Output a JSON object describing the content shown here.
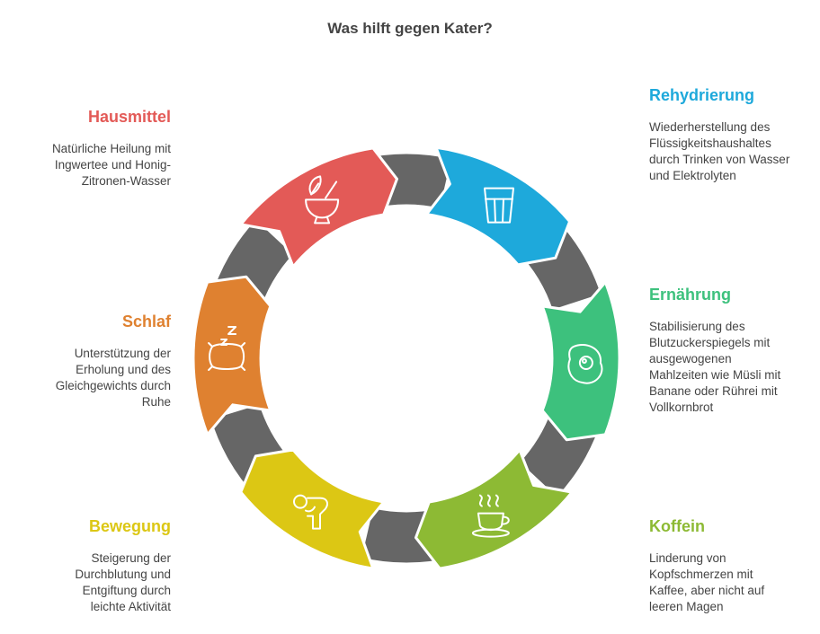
{
  "title": "Was hilft gegen Kater?",
  "ring_color": "#666666",
  "items": [
    {
      "key": "rehydrierung",
      "title": "Rehydrierung",
      "text": "Wiederherstellung des Flüssigkeitshaushaltes durch Trinken von Wasser und Elektrolyten",
      "color": "#1EA9DB",
      "icon": "glass-icon"
    },
    {
      "key": "ernaehrung",
      "title": "Ernährung",
      "text": "Stabilisierung des Blutzuckerspiegels mit ausgewogenen Mahlzeiten wie Müsli mit Banane oder Rührei mit Vollkornbrot",
      "color": "#3DC17D",
      "icon": "fried-egg-icon"
    },
    {
      "key": "koffein",
      "title": "Koffein",
      "text": "Linderung von Kopfschmerzen mit Kaffee, aber nicht auf leeren Magen",
      "color": "#8DBA34",
      "icon": "coffee-cup-icon"
    },
    {
      "key": "bewegung",
      "title": "Bewegung",
      "text": "Steigerung der Durchblutung und Entgiftung durch leichte Aktivität",
      "color": "#DCC714",
      "icon": "exercise-icon"
    },
    {
      "key": "schlaf",
      "title": "Schlaf",
      "text": "Unterstützung der Erholung und des Gleichgewichts durch Ruhe",
      "color": "#DF8130",
      "icon": "pillow-icon"
    },
    {
      "key": "hausmittel",
      "title": "Hausmittel",
      "text": "Natürliche Heilung mit Ingwertee und Honig-Zitronen-Wasser",
      "color": "#E35A57",
      "icon": "mortar-pestle-icon"
    }
  ]
}
